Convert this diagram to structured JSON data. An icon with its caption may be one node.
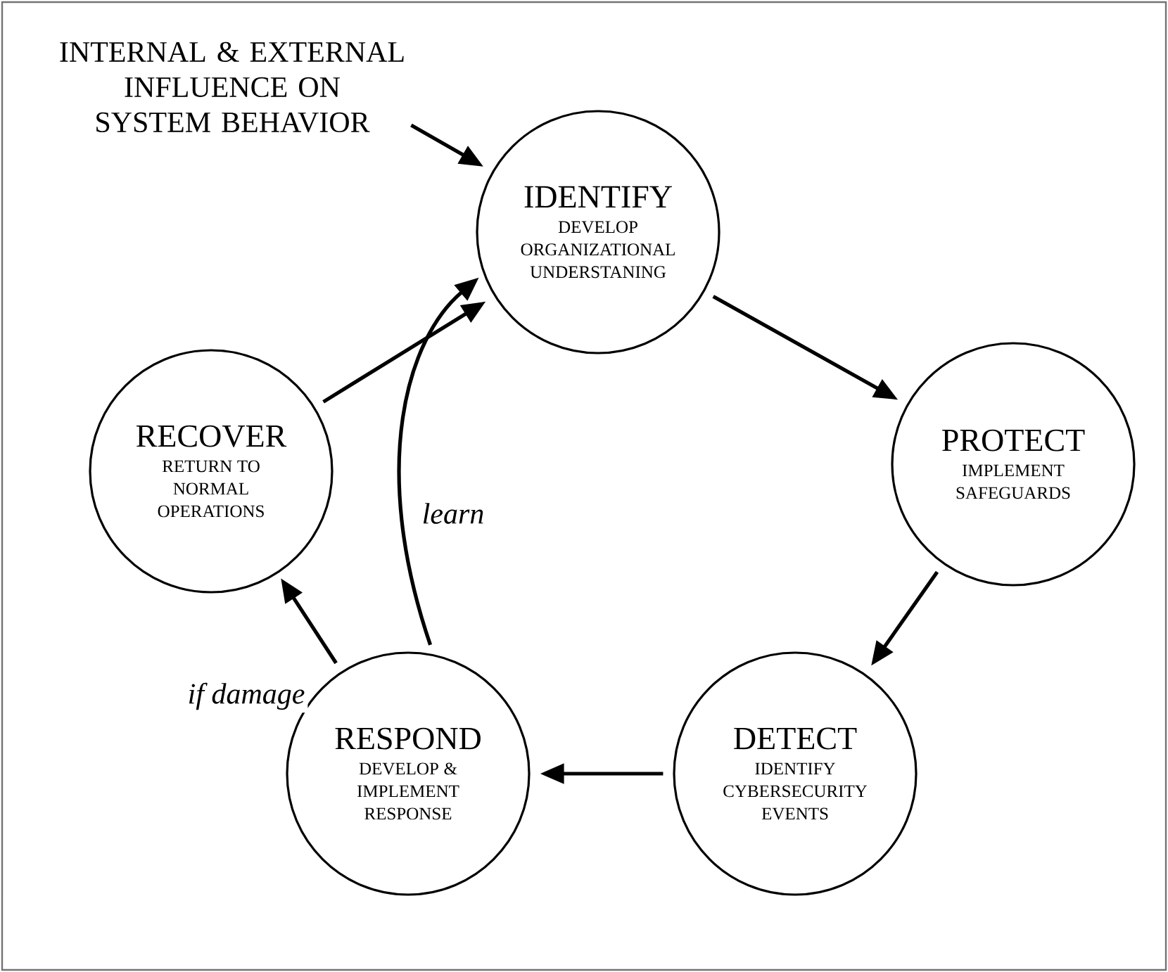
{
  "diagram": {
    "nodes": [
      {
        "text": [
          "INTERNAL & EXTERNAL INFLUENCE ON SYSTEM BEHAVIOR"
        ]
      },
      {
        "text": [
          "IDENTIFY",
          "DEVELOP ORGANIZATIONAL UNDERSTANING"
        ]
      },
      {
        "text": [
          "PROTECT",
          "IMPLEMENT SAFEGUARDS"
        ]
      },
      {
        "text": [
          "DETECT",
          "IDENTIFY CYBERSECURITY EVENTS"
        ]
      },
      {
        "text": [
          "RESPOND",
          "DEVELOP & IMPLEMENT RESPONSE"
        ]
      },
      {
        "text": [
          "RECOVER",
          "RETURN TO NORMAL OPERATIONS"
        ]
      }
    ],
    "edges": [
      {
        "from": 0,
        "to": 1,
        "arrow": "to"
      },
      {
        "from": 1,
        "to": 2,
        "arrow": "to"
      },
      {
        "from": 2,
        "to": 3,
        "arrow": "to"
      },
      {
        "from": 3,
        "to": 4,
        "arrow": "to"
      },
      {
        "from": 4,
        "to": 5,
        "arrow": "to",
        "label": "if damage"
      },
      {
        "from": 5,
        "to": 1,
        "arrow": "to"
      },
      {
        "from": 4,
        "to": 1,
        "arrow": "to",
        "label": "learn"
      }
    ]
  }
}
